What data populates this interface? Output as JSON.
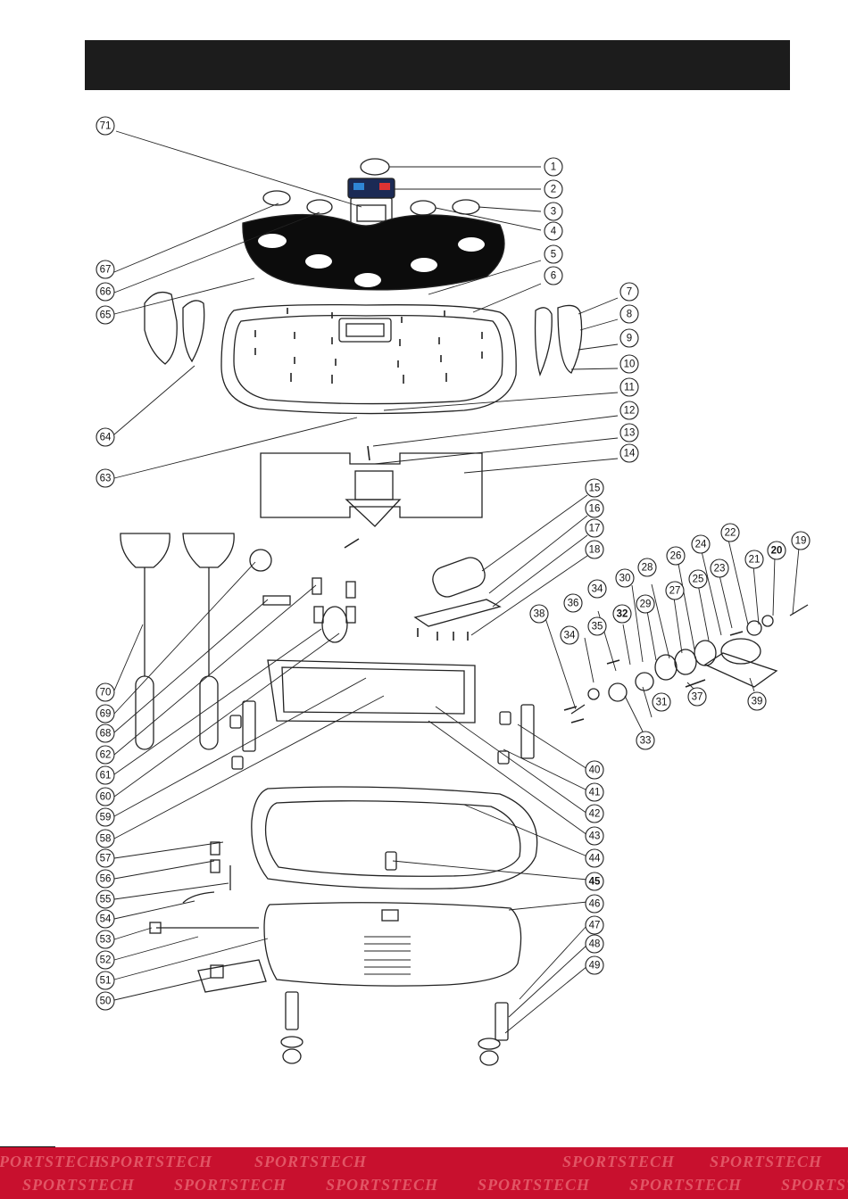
{
  "brand": {
    "name": "SPORTSTECH",
    "colors": {
      "footer": "#c8102e",
      "header": "#1c1c1c"
    }
  },
  "callouts": [
    {
      "id": "1",
      "label": "1"
    },
    {
      "id": "2",
      "label": "2"
    },
    {
      "id": "3",
      "label": "3"
    },
    {
      "id": "4",
      "label": "4"
    },
    {
      "id": "5",
      "label": "5"
    },
    {
      "id": "6",
      "label": "6"
    },
    {
      "id": "7",
      "label": "7"
    },
    {
      "id": "8",
      "label": "8"
    },
    {
      "id": "9",
      "label": "9"
    },
    {
      "id": "10",
      "label": "10"
    },
    {
      "id": "11",
      "label": "11"
    },
    {
      "id": "12",
      "label": "12"
    },
    {
      "id": "13",
      "label": "13"
    },
    {
      "id": "14",
      "label": "14"
    },
    {
      "id": "15",
      "label": "15"
    },
    {
      "id": "16",
      "label": "16"
    },
    {
      "id": "17",
      "label": "17"
    },
    {
      "id": "18",
      "label": "18"
    },
    {
      "id": "19",
      "label": "19"
    },
    {
      "id": "20",
      "label": "20"
    },
    {
      "id": "21",
      "label": "21"
    },
    {
      "id": "22",
      "label": "22"
    },
    {
      "id": "23",
      "label": "23"
    },
    {
      "id": "24",
      "label": "24"
    },
    {
      "id": "25",
      "label": "25"
    },
    {
      "id": "26",
      "label": "26"
    },
    {
      "id": "27",
      "label": "27"
    },
    {
      "id": "28",
      "label": "28"
    },
    {
      "id": "29",
      "label": "29"
    },
    {
      "id": "30",
      "label": "30"
    },
    {
      "id": "31",
      "label": "31"
    },
    {
      "id": "32",
      "label": "32"
    },
    {
      "id": "33",
      "label": "33"
    },
    {
      "id": "34a",
      "label": "34"
    },
    {
      "id": "34b",
      "label": "34"
    },
    {
      "id": "35",
      "label": "35"
    },
    {
      "id": "36",
      "label": "36"
    },
    {
      "id": "37",
      "label": "37"
    },
    {
      "id": "38",
      "label": "38"
    },
    {
      "id": "39",
      "label": "39"
    },
    {
      "id": "40",
      "label": "40"
    },
    {
      "id": "41",
      "label": "41"
    },
    {
      "id": "42",
      "label": "42"
    },
    {
      "id": "43",
      "label": "43"
    },
    {
      "id": "44",
      "label": "44"
    },
    {
      "id": "45",
      "label": "45"
    },
    {
      "id": "46",
      "label": "46"
    },
    {
      "id": "47",
      "label": "47"
    },
    {
      "id": "48",
      "label": "48"
    },
    {
      "id": "49",
      "label": "49"
    },
    {
      "id": "50",
      "label": "50"
    },
    {
      "id": "51",
      "label": "51"
    },
    {
      "id": "52",
      "label": "52"
    },
    {
      "id": "53",
      "label": "53"
    },
    {
      "id": "54",
      "label": "54"
    },
    {
      "id": "55",
      "label": "55"
    },
    {
      "id": "56",
      "label": "56"
    },
    {
      "id": "57",
      "label": "57"
    },
    {
      "id": "58",
      "label": "58"
    },
    {
      "id": "59",
      "label": "59"
    },
    {
      "id": "60",
      "label": "60"
    },
    {
      "id": "61",
      "label": "61"
    },
    {
      "id": "62",
      "label": "62"
    },
    {
      "id": "63",
      "label": "63"
    },
    {
      "id": "64",
      "label": "64"
    },
    {
      "id": "65",
      "label": "65"
    },
    {
      "id": "66",
      "label": "66"
    },
    {
      "id": "67",
      "label": "67"
    },
    {
      "id": "68",
      "label": "68"
    },
    {
      "id": "69",
      "label": "69"
    },
    {
      "id": "70",
      "label": "70"
    },
    {
      "id": "71",
      "label": "71"
    }
  ]
}
